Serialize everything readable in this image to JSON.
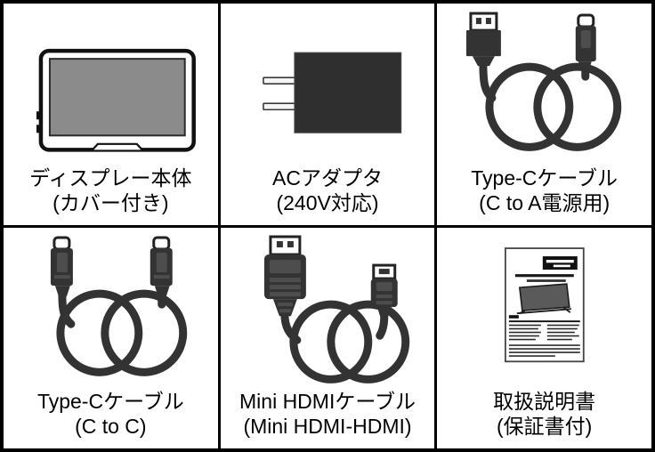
{
  "diagram": {
    "type": "package-contents",
    "rows": 2,
    "cols": 3
  },
  "colors": {
    "grid_line": "#000000",
    "background": "#ffffff",
    "item_dark": "#333333",
    "item_dark_accent": "#4d4d4d",
    "screen_gray": "#8b8b8b",
    "label_text": "#000000"
  },
  "items": [
    {
      "id": "display",
      "illustration": "display-with-cover-image",
      "label_line1": "ディスプレー本体",
      "label_line2": "(カバー付き)"
    },
    {
      "id": "ac-adapter",
      "illustration": "ac-adapter-image",
      "label_line1": "ACアダプタ",
      "label_line2": "(240V対応)"
    },
    {
      "id": "type-c-to-a-cable",
      "illustration": "usb-c-to-a-cable-image",
      "label_line1": "Type-Cケーブル",
      "label_line2": "(C to A電源用)"
    },
    {
      "id": "type-c-to-c-cable",
      "illustration": "usb-c-to-c-cable-image",
      "label_line1": "Type-Cケーブル",
      "label_line2": "(C to C)"
    },
    {
      "id": "mini-hdmi-cable",
      "illustration": "mini-hdmi-cable-image",
      "label_line1": "Mini HDMIケーブル",
      "label_line2": "(Mini HDMI-HDMI)"
    },
    {
      "id": "manual",
      "illustration": "instruction-manual-image",
      "label_line1": "取扱説明書",
      "label_line2": "(保証書付)"
    }
  ]
}
